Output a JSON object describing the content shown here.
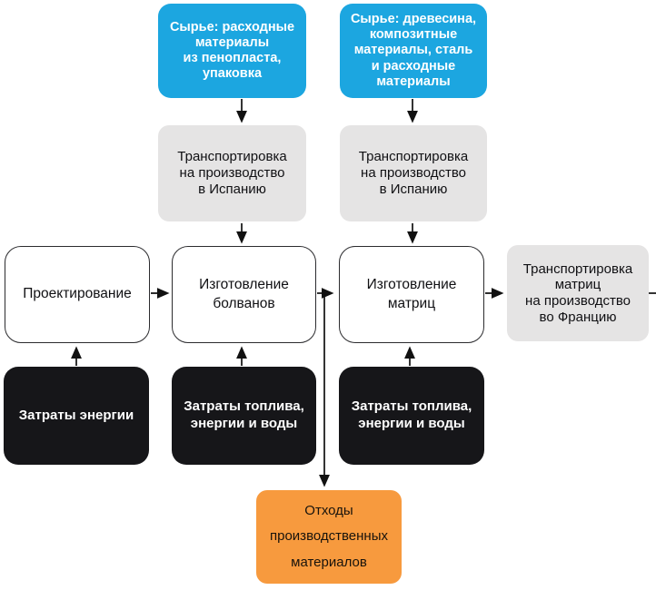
{
  "diagram": {
    "nodes": {
      "raw_foam": {
        "label": "Сырье: расходные\nматериалы\nиз пенопласта,\nупаковка"
      },
      "raw_wood": {
        "label": "Сырье: древесина,\nкомпозитные\nматериалы, сталь\nи расходные\nматериалы"
      },
      "transport_spain_1": {
        "label": "Транспортировка\nна производство\nв Испанию"
      },
      "transport_spain_2": {
        "label": "Транспортировка\nна производство\nв Испанию"
      },
      "design": {
        "label": "Проектирование"
      },
      "blanks_production": {
        "label": "Изготовление\nболванов"
      },
      "dies_production": {
        "label": "Изготовление\nматриц"
      },
      "transport_france": {
        "label": "Транспортировка\nматриц\nна производство\nво Францию"
      },
      "energy_costs": {
        "label": "Затраты энергии"
      },
      "fuel_costs_1": {
        "label": "Затраты топлива,\nэнергии и воды"
      },
      "fuel_costs_2": {
        "label": "Затраты топлива,\nэнергии и воды"
      },
      "waste": {
        "label": "Отходы\nпроизводственных\nматериалов"
      }
    },
    "colors": {
      "raw_material": "#1CA6E0",
      "transport": "#E5E4E4",
      "process_border": "#2B2B2E",
      "inputs": "#161619",
      "waste": "#F79A3E",
      "arrow": "#111111"
    }
  }
}
